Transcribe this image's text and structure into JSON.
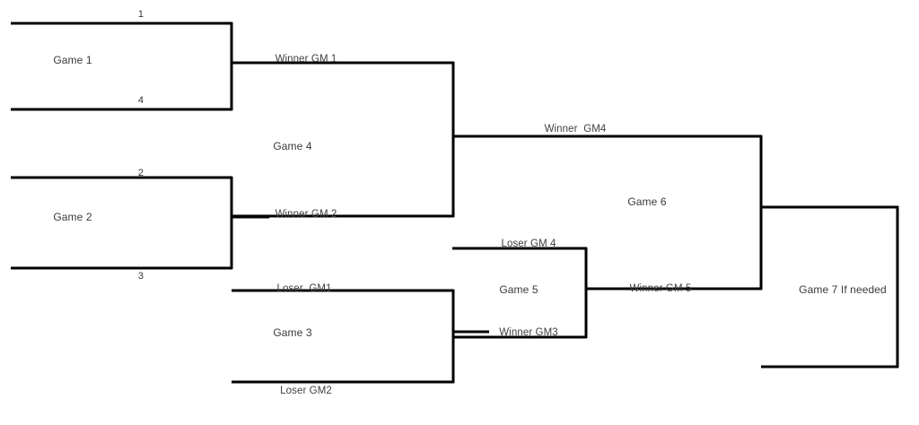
{
  "diagram": {
    "type": "double-elimination-tournament-bracket",
    "title_text": "",
    "line_color": "#000000",
    "text_color": "#404040",
    "background": "#ffffff"
  },
  "labels": {
    "seed_1": "1",
    "seed_4": "4",
    "seed_2": "2",
    "seed_3": "3",
    "game1": "Game 1",
    "game2": "Game 2",
    "game3": "Game 3",
    "game4": "Game 4",
    "game5": "Game 5",
    "game6": "Game 6",
    "game7": "Game 7 If needed",
    "winner_gm1": "Winner GM 1",
    "winner_gm2": "Winner GM 2",
    "winner_gm3": "Winner GM3",
    "winner_gm4": "Winner  GM4",
    "winner_gm5": "Winner GM 5",
    "loser_gm1": "Loser  GM1",
    "loser_gm2": "Loser GM2",
    "loser_gm4": "Loser GM 4"
  },
  "matches": [
    {
      "name": "Game 1",
      "top_entry": "1",
      "bottom_entry": "4",
      "output": "Winner GM 1",
      "feeds": "Game 4"
    },
    {
      "name": "Game 2",
      "top_entry": "2",
      "bottom_entry": "3",
      "output": "Winner GM 2",
      "feeds": "Game 4"
    },
    {
      "name": "Game 3",
      "top_entry": "Loser  GM1",
      "bottom_entry": "Loser GM2",
      "output": "Winner GM3",
      "feeds": "Game 5"
    },
    {
      "name": "Game 4",
      "top_entry": "Winner GM 1",
      "bottom_entry": "Winner GM 2",
      "output": "Winner  GM4",
      "feeds": "Game 6"
    },
    {
      "name": "Game 5",
      "top_entry": "Loser GM 4",
      "bottom_entry": "Winner GM3",
      "output": "Winner GM 5",
      "feeds": "Game 6"
    },
    {
      "name": "Game 6",
      "top_entry": "Winner  GM4",
      "bottom_entry": "Winner GM 5",
      "output": "",
      "feeds": "Game 7 If needed"
    },
    {
      "name": "Game 7 If needed",
      "top_entry": "",
      "bottom_entry": "",
      "output": "",
      "feeds": ""
    }
  ]
}
